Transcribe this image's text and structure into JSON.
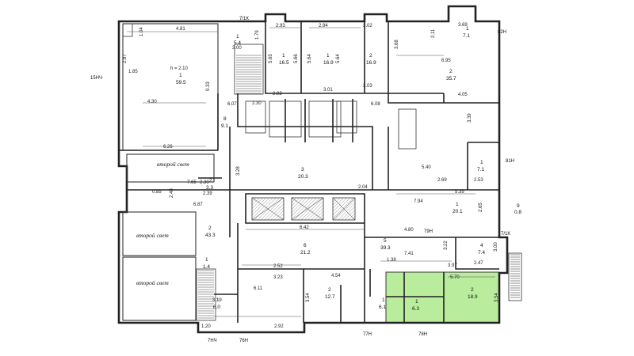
{
  "plan": {
    "highlight_color": "#b9ec9c",
    "axis_labels": {
      "a7": "7/1К",
      "a82": "82Н",
      "a15": "15НЧ",
      "a81": "81Н",
      "a79": "79Н",
      "a71": "7/1К",
      "a76": "76Н",
      "a77": "77Н",
      "a78": "78Н",
      "a7b": "7НЧ"
    },
    "rooms": {
      "big_left_num": "1",
      "big_left_area": "59.5",
      "h_label": "h = 2.10",
      "r1_num": "1",
      "r1_area": "16.5",
      "r2_num": "1",
      "r2_area": "16.9",
      "r3_num": "2",
      "r3_area": "16.9",
      "r4_num": "2",
      "r4_area": "35.7",
      "r5_num": "1",
      "r5_area": "7.1",
      "r6_num": "8",
      "r6_area": "9.1",
      "r7_num": "3",
      "r7_area": "20.3",
      "r8_num": "1",
      "r8_area": "7.1",
      "r9_num": "1",
      "r9_area": "20.1",
      "r10_num": "6",
      "r10_area": "21.2",
      "r11_num": "5",
      "r11_area": "39.3",
      "r12_num": "2",
      "r12_area": "43.3",
      "r13_num": "4",
      "r13_area": "7.4",
      "r14_num": "2",
      "r14_area": "12.7",
      "r15_num": "1",
      "r15_area": "6.1",
      "r16_num": "1",
      "r16_area": "6.3",
      "r17_num": "2",
      "r17_area": "18.9",
      "r18_num": "1",
      "r18_area": "6.0",
      "r19_num": "1",
      "r19_area": "1.4",
      "r20_num": "9",
      "r20_area": "0.8",
      "r21_num": "1",
      "r21_area": "5.4",
      "r22_num": "2",
      "r22_area": "3.3"
    },
    "second_light_1": "второй свет",
    "second_light_2": "второй свет",
    "second_light_3": "второй свет",
    "dims": {
      "d1": "4.81",
      "d2": "2.93",
      "d3": "2.94",
      "d4": "3.02",
      "d5": "3.69",
      "d6": "6.95",
      "d7": "4.30",
      "d8": "6.26",
      "d9": "9.33",
      "d10": "5.65",
      "d11": "5.66",
      "d12": "5.64",
      "d13": "5.64",
      "d14": "3.01",
      "d15": "3.03",
      "d16": "4.05",
      "d17": "3.39",
      "d18": "5.40",
      "d19": "2.69",
      "d20": "2.53",
      "d21": "5.35",
      "d22": "7.94",
      "d23": "2.65",
      "d24": "4.80",
      "d25": "6.42",
      "d26": "2.52",
      "d27": "3.23",
      "d28": "4.54",
      "d29": "7.41",
      "d30": "3.97",
      "d31": "2.47",
      "d32": "6.11",
      "d33": "3.19",
      "d34": "2.92",
      "d35": "1.20",
      "d36": "5.70",
      "d37": "3.54",
      "d38": "3.54",
      "d39": "2.92",
      "d40": "7.65",
      "d41": "6.87",
      "d42": "2.48",
      "d43": "3.28",
      "d44": "2.04",
      "d45": "0.85",
      "d46": "1.38",
      "d47": "3.22",
      "d48": "3.00",
      "d49": "2.11",
      "d50": "3.68",
      "d51": "1.85",
      "d52": "1.04",
      "d53": "2.87",
      "d54": "3.00",
      "d55": "1.79",
      "d56": "2.30",
      "d57": "6.07",
      "d58": "6.08",
      "d59": "2.39",
      "d60": "2.30"
    }
  }
}
